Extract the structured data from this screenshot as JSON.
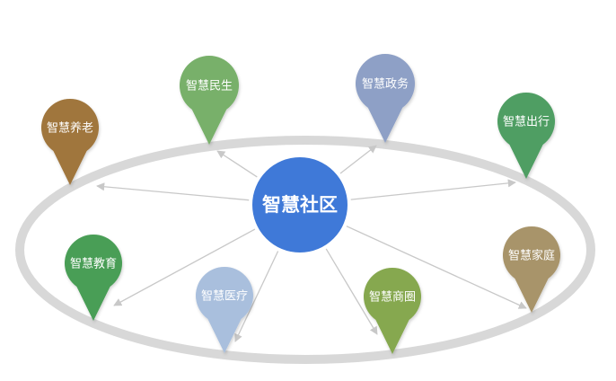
{
  "hub": {
    "label": "智慧社区",
    "color": "#3f79d8"
  },
  "nodes": [
    {
      "id": "eldercare",
      "label": "智慧养老",
      "color": "#a0763c"
    },
    {
      "id": "livelihood",
      "label": "智慧民生",
      "color": "#78b06a"
    },
    {
      "id": "government",
      "label": "智慧政务",
      "color": "#8ea0c6"
    },
    {
      "id": "transport",
      "label": "智慧出行",
      "color": "#4f9e63"
    },
    {
      "id": "education",
      "label": "智慧教育",
      "color": "#4a9e56"
    },
    {
      "id": "medical",
      "label": "智慧医疗",
      "color": "#a9bfdd"
    },
    {
      "id": "commerce",
      "label": "智慧商圈",
      "color": "#86a84f"
    },
    {
      "id": "family",
      "label": "智慧家庭",
      "color": "#a8946a"
    }
  ],
  "ring_color": "#d8d8d8",
  "connector_color": "#c8c8c8"
}
